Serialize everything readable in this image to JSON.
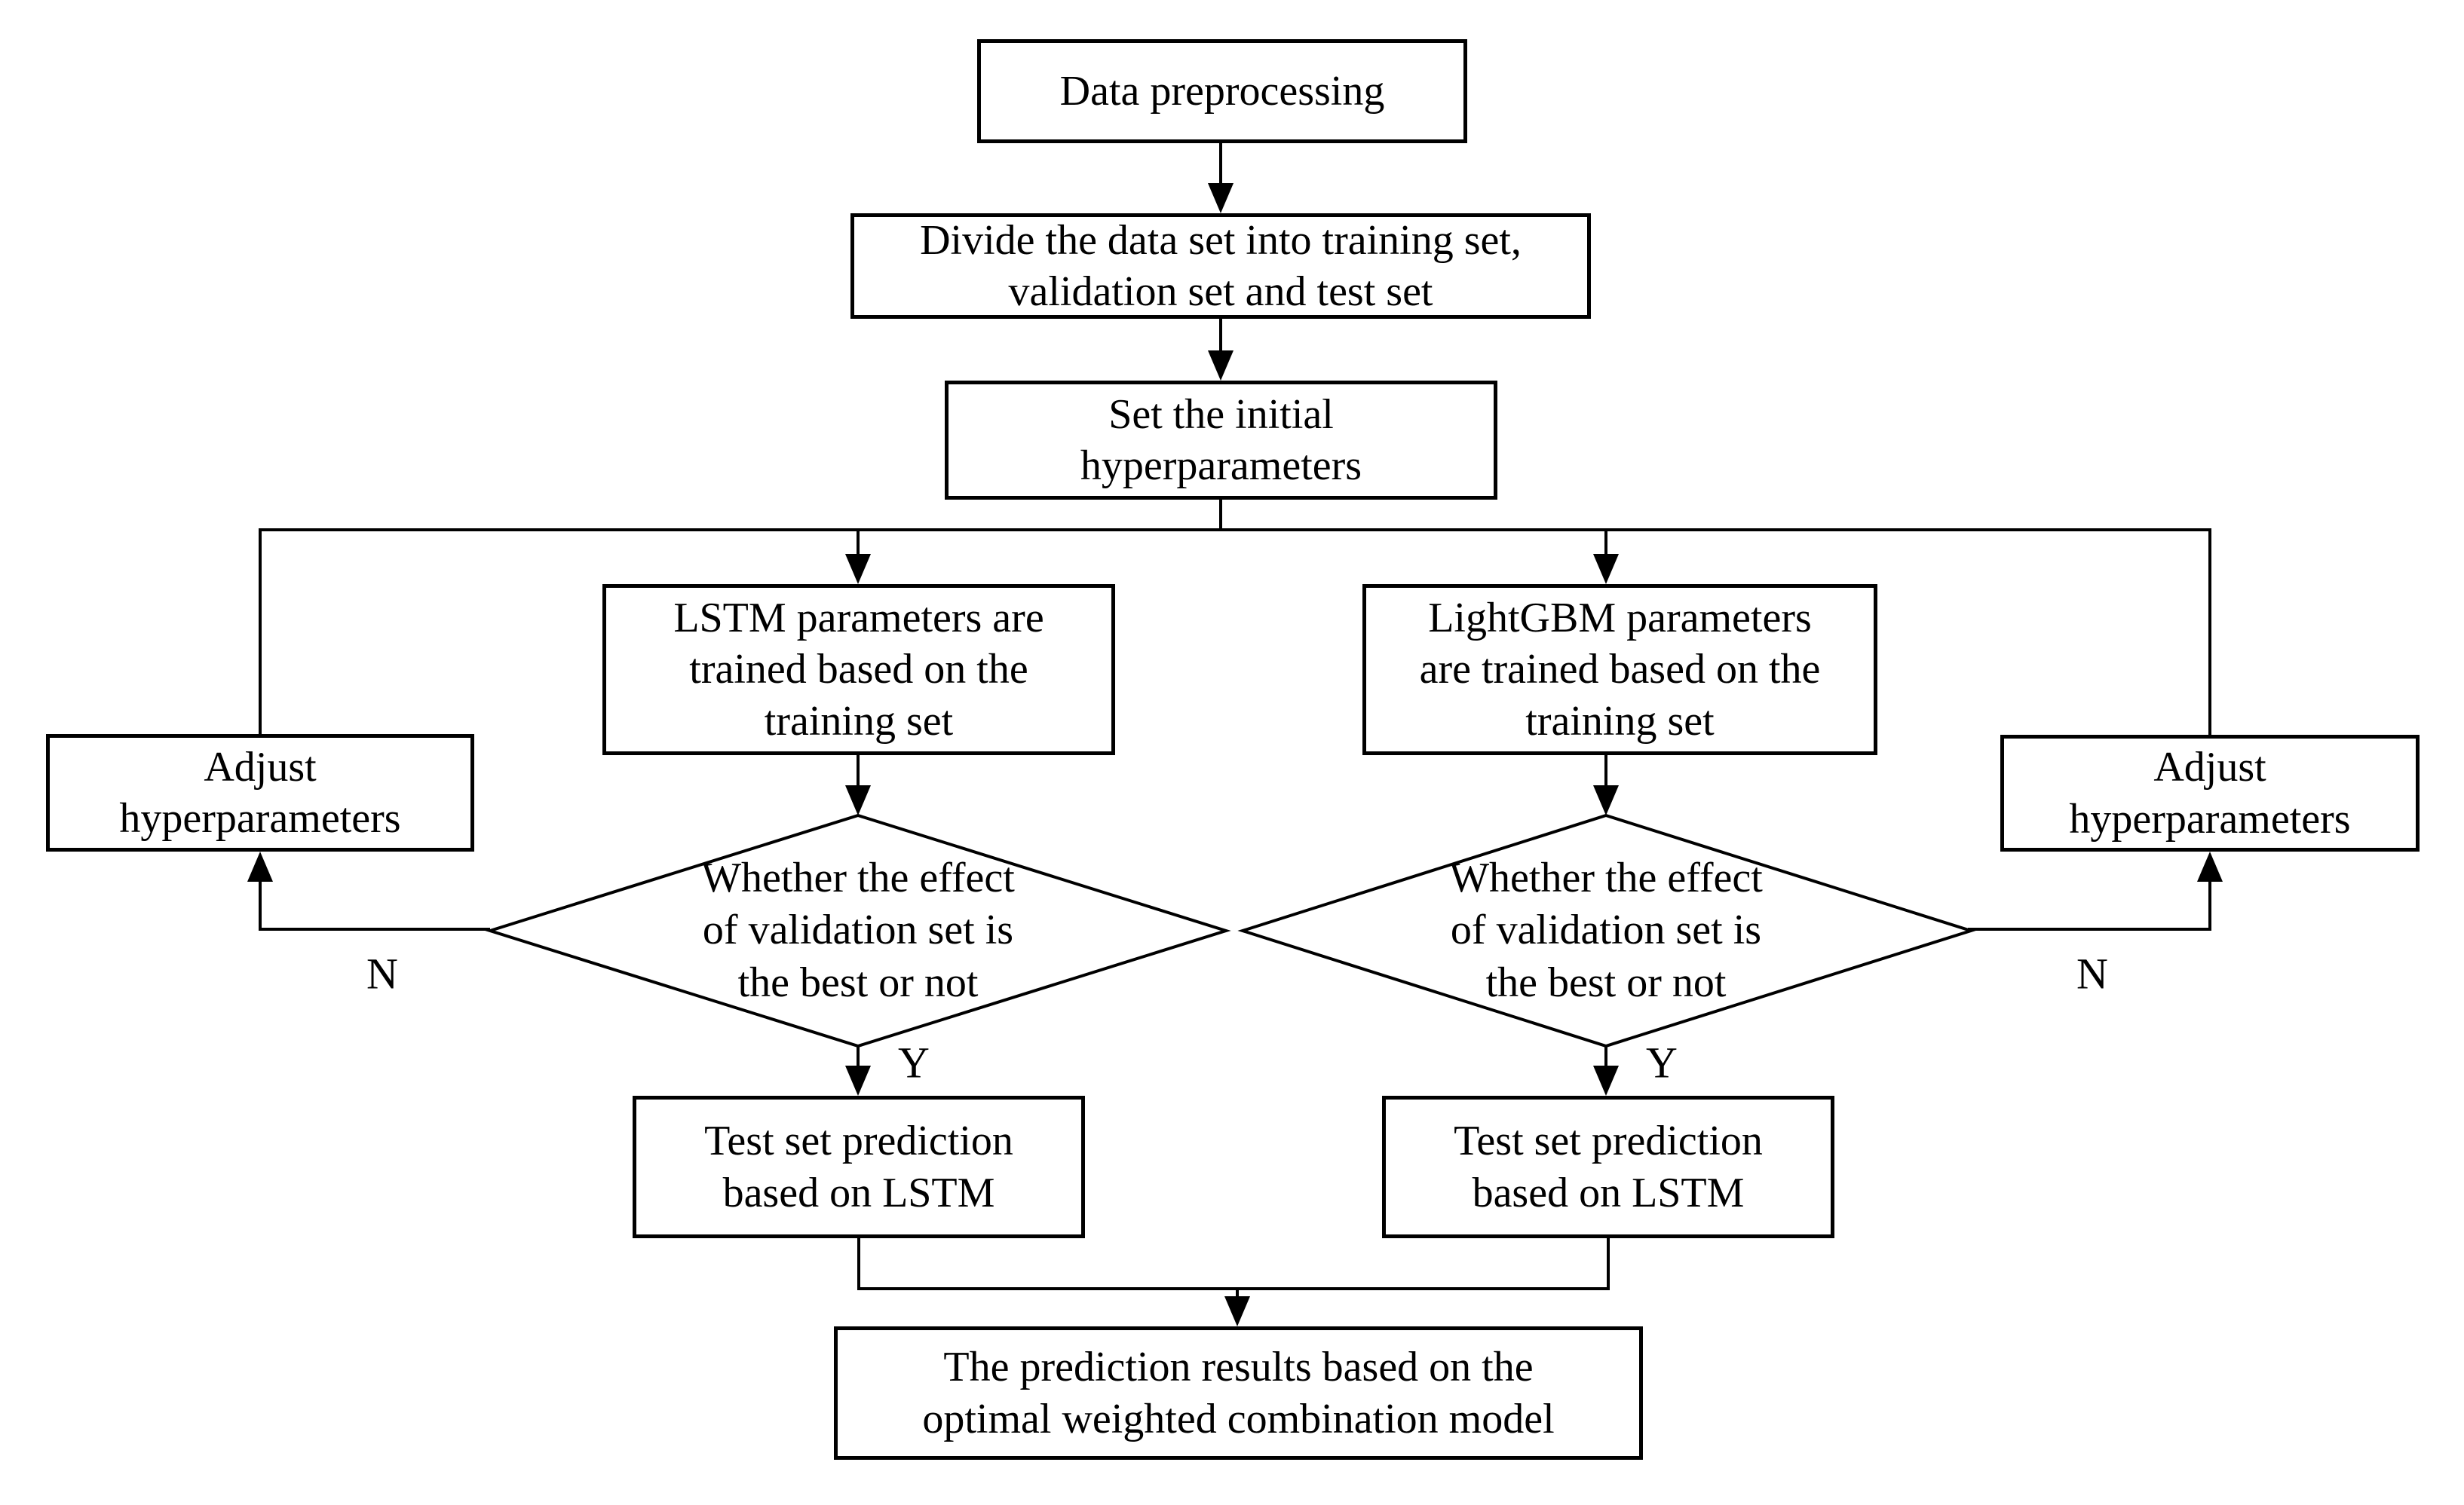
{
  "figure": {
    "colors": {
      "line": "#000000",
      "background": "#ffffff",
      "text": "#000000"
    },
    "nodes": {
      "preprocess": {
        "lines": [
          "Data preprocessing"
        ]
      },
      "divide": {
        "lines": [
          "Divide the data set into training set,",
          "validation set and test set"
        ]
      },
      "initial": {
        "lines": [
          "Set the initial",
          "hyperparameters"
        ]
      },
      "lstm_train": {
        "lines": [
          "LSTM parameters are",
          "trained based on the",
          "training set"
        ]
      },
      "gbm_train": {
        "lines": [
          "LightGBM parameters",
          "are trained based on the",
          "training set"
        ]
      },
      "adjust_left": {
        "lines": [
          "Adjust",
          "hyperparameters"
        ]
      },
      "adjust_right": {
        "lines": [
          "Adjust",
          "hyperparameters"
        ]
      },
      "decision_left": {
        "lines": [
          "Whether the effect",
          "of validation set is",
          "the best or not"
        ]
      },
      "decision_right": {
        "lines": [
          "Whether the effect",
          "of validation set is",
          "the best or not"
        ]
      },
      "test_left": {
        "lines": [
          "Test set prediction",
          "based on LSTM"
        ]
      },
      "test_right": {
        "lines": [
          "Test set prediction",
          "based on LSTM"
        ]
      },
      "final": {
        "lines": [
          "The prediction results based on the",
          "optimal weighted combination model"
        ]
      }
    },
    "edge_labels": {
      "left_no": "N",
      "right_no": "N",
      "left_yes": "Y",
      "right_yes": "Y"
    }
  }
}
